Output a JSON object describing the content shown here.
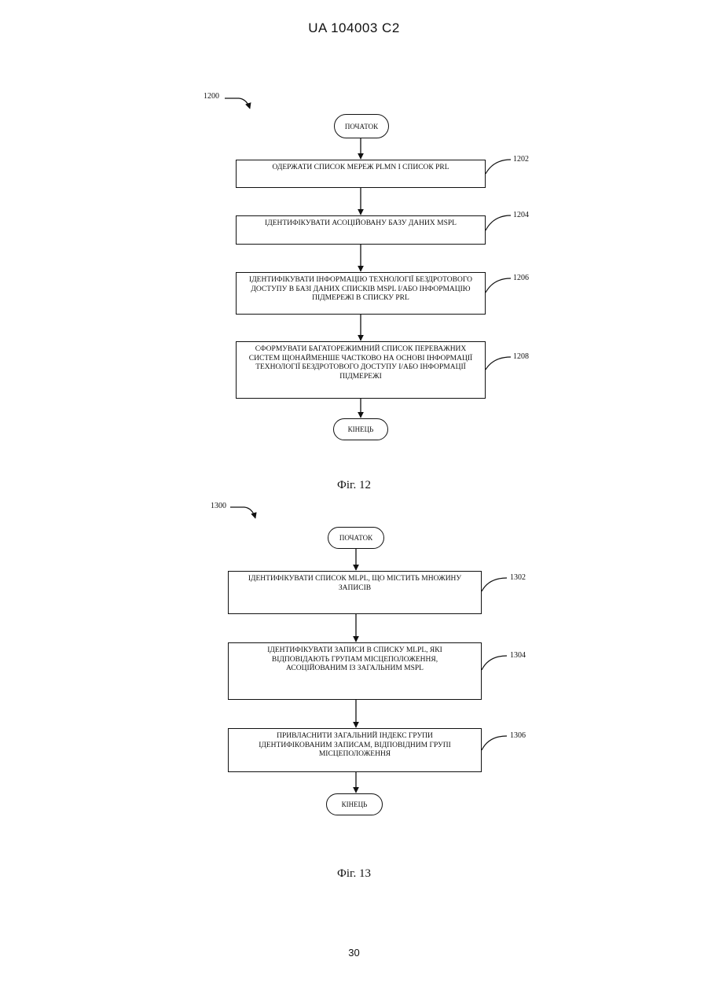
{
  "header": {
    "doc_id": "UA   104003   C2"
  },
  "page_number": "30",
  "fig12": {
    "ref": "1200",
    "caption": "Фіг. 12",
    "start": "ПОЧАТОК",
    "end": "КІНЕЦЬ",
    "steps": [
      {
        "ref": "1202",
        "lines": [
          "ОДЕРЖАТИ СПИСОК МЕРЕЖ PLMN І СПИСОК PRL"
        ]
      },
      {
        "ref": "1204",
        "lines": [
          "ІДЕНТИФІКУВАТИ АСОЦІЙОВАНУ БАЗУ ДАНИХ MSPL"
        ]
      },
      {
        "ref": "1206",
        "lines": [
          "ІДЕНТИФІКУВАТИ ІНФОРМАЦІЮ ТЕХНОЛОГІЇ БЕЗДРОТОВОГО",
          "ДОСТУПУ В БАЗІ ДАНИХ СПИСКІВ MSPL І/АБО ІНФОРМАЦІЮ",
          "ПІДМЕРЕЖІ В СПИСКУ PRL"
        ]
      },
      {
        "ref": "1208",
        "lines": [
          "СФОРМУВАТИ БАГАТОРЕЖИМНИЙ СПИСОК ПЕРЕВАЖНИХ",
          "СИСТЕМ ЩОНАЙМЕНШЕ ЧАСТКОВО НА ОСНОВІ ІНФОРМАЦІЇ",
          "ТЕХНОЛОГІЇ БЕЗДРОТОВОГО ДОСТУПУ І/АБО ІНФОРМАЦІЇ",
          "ПІДМЕРЕЖІ"
        ]
      }
    ]
  },
  "fig13": {
    "ref": "1300",
    "caption": "Фіг. 13",
    "start": "ПОЧАТОК",
    "end": "КІНЕЦЬ",
    "steps": [
      {
        "ref": "1302",
        "lines": [
          "ІДЕНТИФІКУВАТИ СПИСОК MLPL, ЩО МІСТИТЬ МНОЖИНУ",
          "ЗАПИСІВ"
        ]
      },
      {
        "ref": "1304",
        "lines": [
          "ІДЕНТИФІКУВАТИ ЗАПИСИ В СПИСКУ MLPL, ЯКІ",
          "ВІДПОВІДАЮТЬ ГРУПАМ МІСЦЕПОЛОЖЕННЯ,",
          "АСОЦІЙОВАНИМ ІЗ ЗАГАЛЬНИМ MSPL"
        ]
      },
      {
        "ref": "1306",
        "lines": [
          "ПРИВЛАСНИТИ ЗАГАЛЬНИЙ ІНДЕКС ГРУПИ",
          "ІДЕНТИФІКОВАНИМ ЗАПИСАМ, ВІДПОВІДНИМ ГРУПІ",
          "МІСЦЕПОЛОЖЕННЯ"
        ]
      }
    ]
  }
}
